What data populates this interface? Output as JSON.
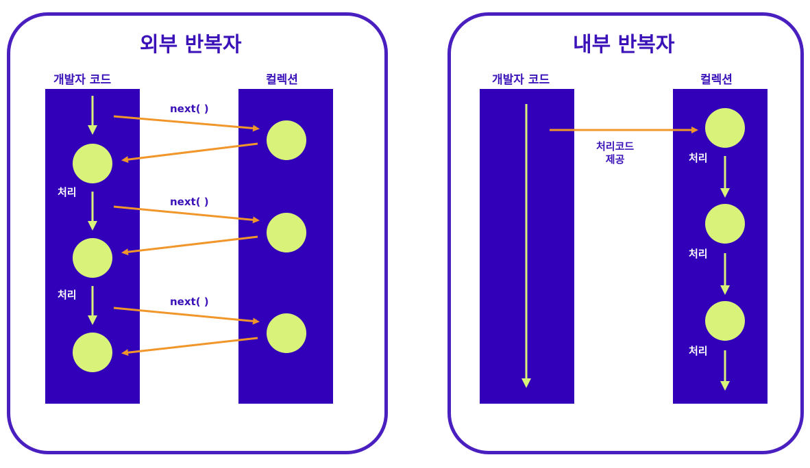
{
  "external": {
    "title": "외부 반복자",
    "dev_code_label": "개발자 코드",
    "collection_label": "컬렉션",
    "next_labels": [
      "next( )",
      "next( )",
      "next( )"
    ],
    "process_labels": [
      "처리",
      "처리"
    ]
  },
  "internal": {
    "title": "내부 반복자",
    "dev_code_label": "개발자 코드",
    "collection_label": "컬렉션",
    "provide_label_line1": "처리코드",
    "provide_label_line2": "제공",
    "process_labels": [
      "처리",
      "처리",
      "처리"
    ]
  },
  "colors": {
    "bar": "#3200b8",
    "node": "#d9f27a",
    "arrow_orange": "#f0962a",
    "arrow_green": "#d9f27a",
    "border": "#4a1fc0"
  }
}
